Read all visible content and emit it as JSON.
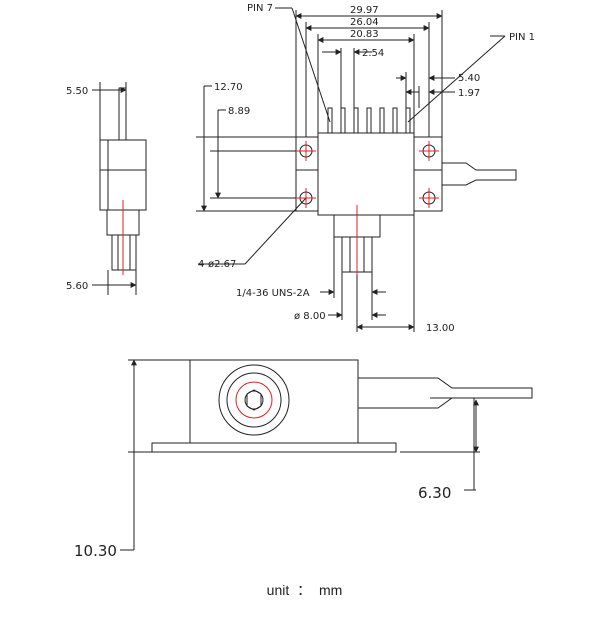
{
  "top_view": {
    "pin7": "PIN 7",
    "pin1": "PIN 1",
    "dims": {
      "d2997": "29.97",
      "d2604": "26.04",
      "d2083": "20.83",
      "d254": "2.54",
      "d540": "5.40",
      "d197": "1.97",
      "d1270": "12.70",
      "d889": "8.89",
      "holes": "4-ø2.67",
      "thread": "1/4-36  UNS-2A",
      "dia800": "ø 8.00",
      "d1300": "13.00"
    }
  },
  "side_view": {
    "d550": "5.50",
    "d560": "5.60"
  },
  "front_view": {
    "d630": "6.30",
    "d1030": "10.30"
  },
  "unit_label": "unit  ：  mm",
  "colors": {
    "line": "#222222",
    "center": "#e02020"
  }
}
